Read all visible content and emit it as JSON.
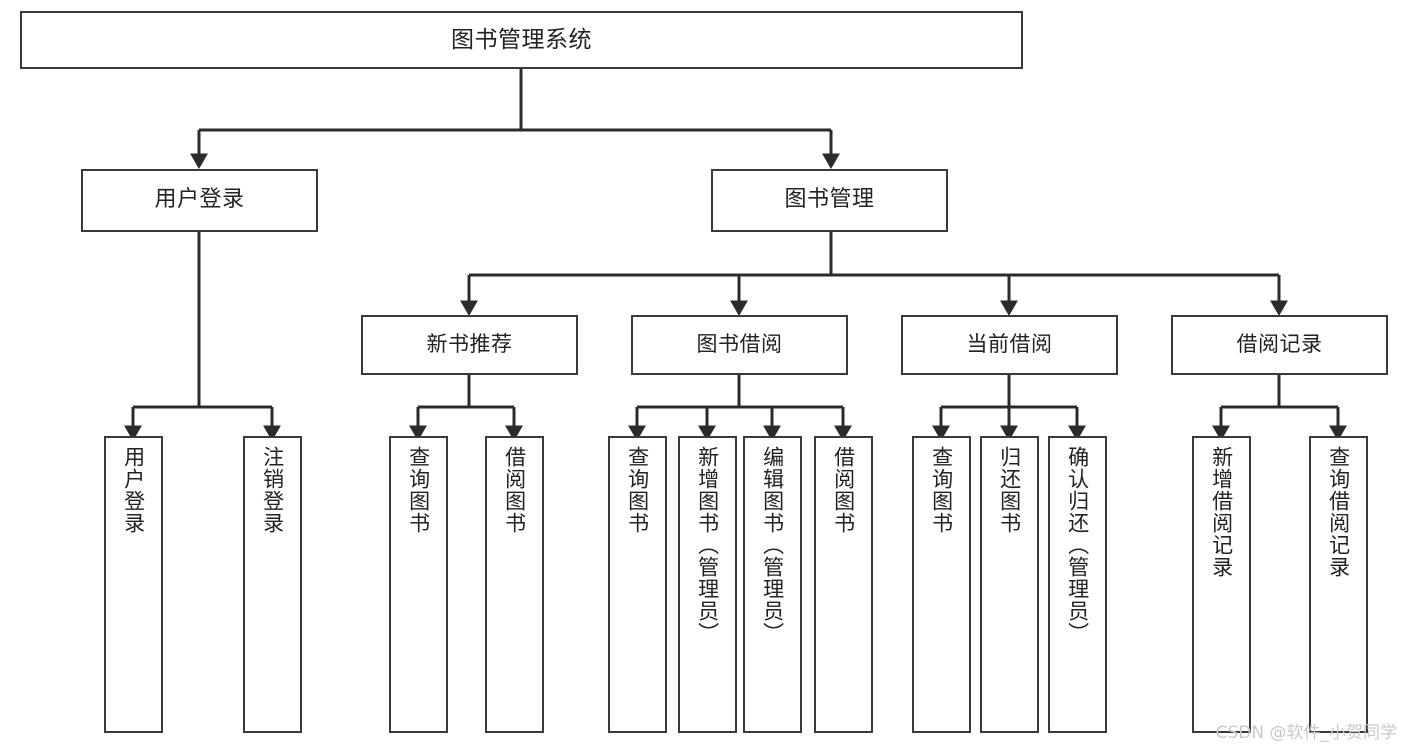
{
  "diagram": {
    "title_text": "图书管理系统",
    "watermark": "CSDN @软件_小贺同学",
    "colors": {
      "box_border": "#3a3a3a",
      "box_fill": "#ffffff",
      "edge": "#2b2b2b",
      "text": "#222222",
      "watermark": "#c9c9c9"
    },
    "root": {
      "label": "图书管理系统"
    },
    "level2": [
      {
        "label": "用户登录"
      },
      {
        "label": "图书管理"
      }
    ],
    "level3": [
      {
        "label": "新书推荐"
      },
      {
        "label": "图书借阅"
      },
      {
        "label": "当前借阅"
      },
      {
        "label": "借阅记录"
      }
    ],
    "leaves": {
      "user_login": [
        {
          "label": "用户登录"
        },
        {
          "label": "注销登录"
        }
      ],
      "new_book_recommend": [
        {
          "label": "查询图书"
        },
        {
          "label": "借阅图书"
        }
      ],
      "book_borrow": [
        {
          "label": "查询图书"
        },
        {
          "label": "新增图书（管理员）"
        },
        {
          "label": "编辑图书（管理员）"
        },
        {
          "label": "借阅图书"
        }
      ],
      "current_borrow": [
        {
          "label": "查询图书"
        },
        {
          "label": "归还图书"
        },
        {
          "label": "确认归还（管理员）"
        }
      ],
      "borrow_record": [
        {
          "label": "新增借阅记录"
        },
        {
          "label": "查询借阅记录"
        }
      ]
    }
  }
}
